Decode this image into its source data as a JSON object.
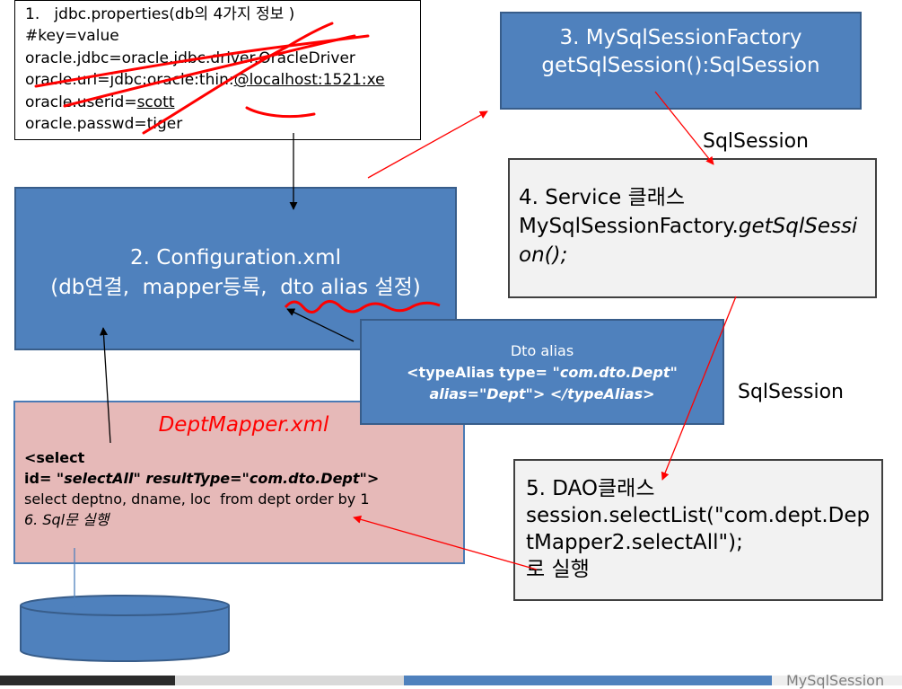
{
  "properties_box": {
    "lines": [
      "1.   jdbc.properties(db의 4가지 정보 )",
      "#key=value",
      "oracle.jdbc=oracle.jdbc.driver.OracleDriver",
      "oracle.url=jdbc:oracle:thin:",
      "@localhost:1521:xe",
      "oracle.userid=",
      "scott",
      "oracle.passwd=tiger"
    ]
  },
  "configuration_box": {
    "line1": "2. Configuration.xml",
    "line2": "(db연결,  mapper등록,  dto alias 설정)"
  },
  "factory_box": {
    "line1": "3. MySqlSessionFactory",
    "line2": "getSqlSession():SqlSession"
  },
  "service_box": {
    "line1": "4. Service 클래스",
    "line2_normal": "MySqlSessionFactory.",
    "line2_italic": "getSqlSessi",
    "line3_italic": "on();"
  },
  "dto_box": {
    "line1": "Dto alias",
    "line2_prefix": "<typeAlias type= ",
    "line2_value": "\"com.dto.Dept\"",
    "line3": "alias=\"Dept\"> </typeAlias>"
  },
  "mapper_box": {
    "title": "DeptMapper.xml",
    "line1": "<select",
    "line2_a": "id= ",
    "line2_b": "\"selectAll\" resultType=\"com.dto.Dept\"",
    "line2_c": ">",
    "line3": "select deptno, dname, loc  from dept order by 1",
    "line4": "6. Sql문 실행"
  },
  "dao_box": {
    "line1": "5. DAO클래스",
    "line2": "session.selectList(\"com.dept.Dep",
    "line3": "tMapper2.selectAll\");",
    "line4": "로 실행"
  },
  "labels": {
    "sqlsession_top": "SqlSession",
    "sqlsession_mid": "SqlSession"
  },
  "bottom_text": "MySqlSession",
  "colors": {
    "blue_box": "#4f81bd",
    "pink_box": "#e6b9b8",
    "gray_box": "#f2f2f2",
    "red_annotation": "#ff0000"
  }
}
